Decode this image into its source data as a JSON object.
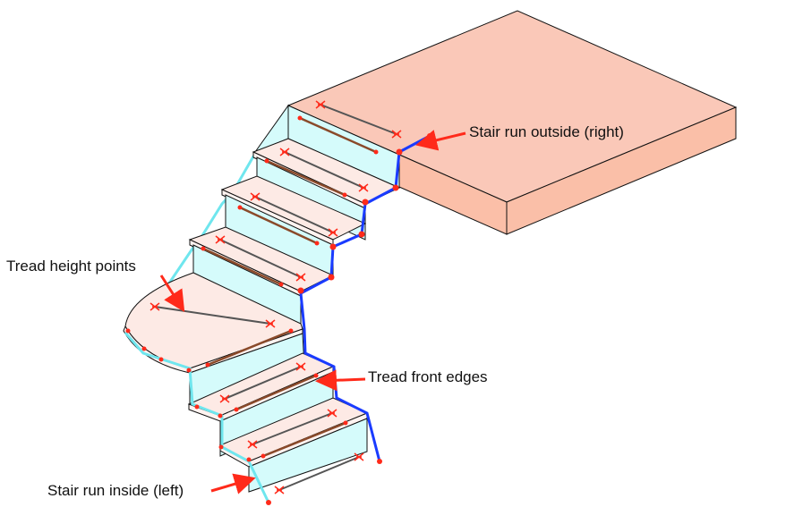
{
  "diagram": {
    "subject": "Winder stair with landing",
    "colors": {
      "landing_top": "#fac8b8",
      "landing_side": "#fabfa8",
      "riser": "#d5fbfb",
      "tread": "#fdeae5",
      "stair_run_outside": "#1a3bff",
      "stair_run_inside": "#6fe6ee",
      "point_marker": "#ff2a1a",
      "callout_arrow": "#ff2a1a"
    },
    "callouts": [
      {
        "id": "stair-run-outside",
        "text": "Stair run outside (right)"
      },
      {
        "id": "tread-height-points",
        "text": "Tread height points"
      },
      {
        "id": "tread-front-edges",
        "text": "Tread front edges"
      },
      {
        "id": "stair-run-inside",
        "text": "Stair run inside (left)"
      }
    ]
  }
}
